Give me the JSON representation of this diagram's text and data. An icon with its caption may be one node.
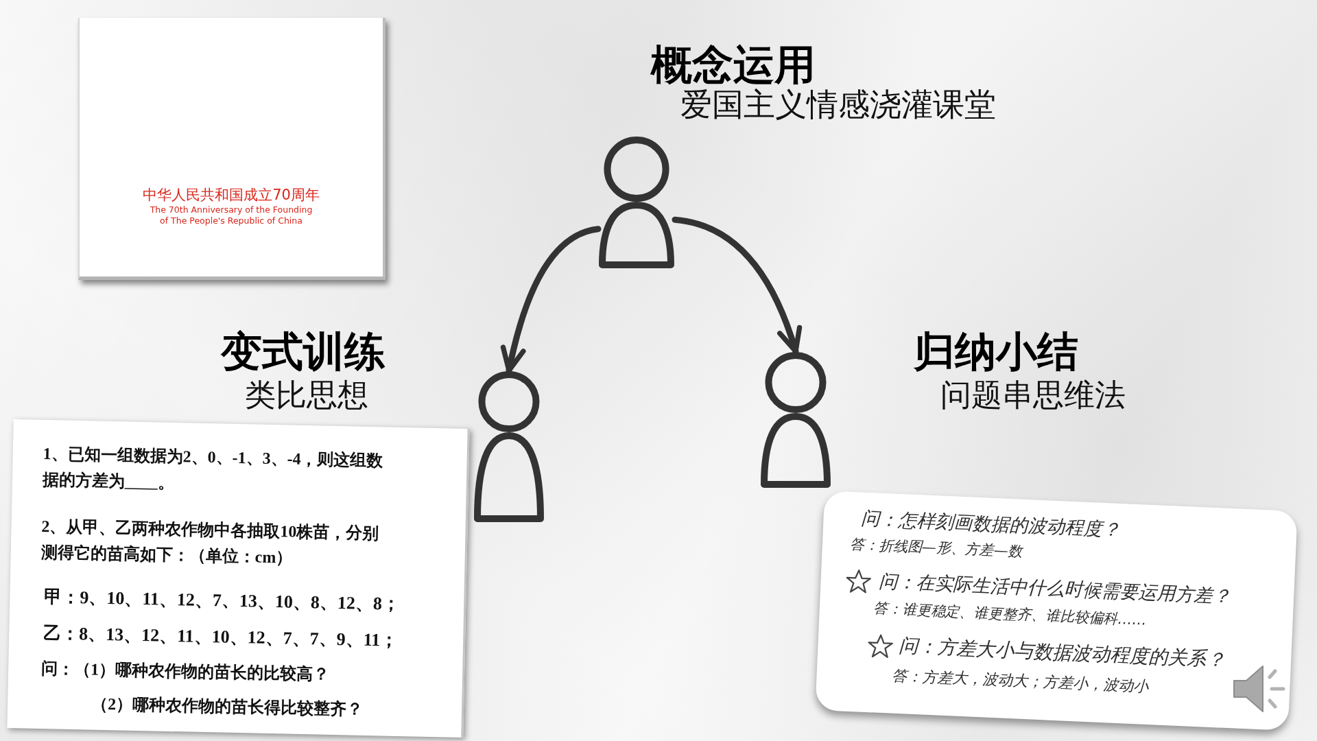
{
  "diagram": {
    "nodes": [
      {
        "text": [
          "中华人民共和国成立70周年",
          "The 70th Anniversary of the Founding of The People's Republic of China"
        ]
      },
      {
        "text": [],
        "shape": "person",
        "beside": [
          "概念运用",
          "爱国主义情感浇灌课堂"
        ]
      },
      {
        "text": [],
        "shape": "person",
        "beside": [
          "变式训练",
          "类比思想"
        ]
      },
      {
        "text": [],
        "shape": "person",
        "beside": [
          "归纳小结",
          "问题串思维法"
        ]
      },
      {
        "text": [
          "1、已知一组数据为2、0、-1、3、-4，则这组数据的方差为____。",
          "2、从甲、乙两种农作物中各抽取10株苗，分别测得它的苗高如下：（单位：cm）",
          "甲：9、10、11、12、7、13、10、8、12、8；",
          "乙：8、13、12、11、10、12、7、7、9、11；",
          "问：（1）哪种农作物的苗长的**比较高**？",
          "（2）哪种农作物的苗长得**比较整齐**？"
        ]
      },
      {
        "text": [
          "问：怎样刻画数据的波动程度？",
          "答：折线图—形、方差—数",
          "问：在实际生活中什么时候需要运用方差？",
          "答：谁更稳定、谁更整齐、谁比较偏科……",
          "问：方差大小与数据波动程度的关系？",
          "答：方差大，波动大；方差小，波动小"
        ]
      }
    ],
    "edges": [
      {
        "from": 1,
        "to": 2,
        "arrow": "to"
      },
      {
        "from": 1,
        "to": 3,
        "arrow": "to"
      }
    ]
  }
}
